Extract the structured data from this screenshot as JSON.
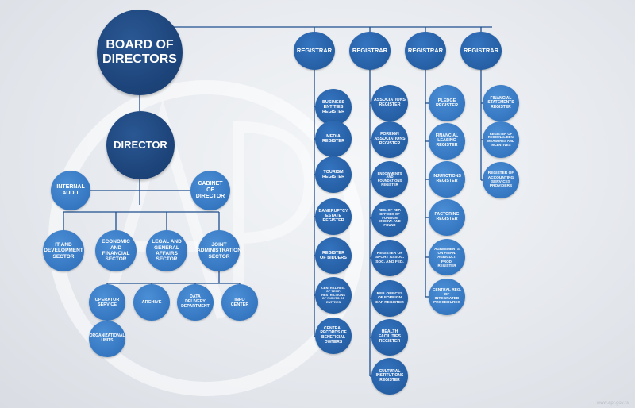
{
  "board": "BOARD OF DIRECTORS",
  "director": "DIRECTOR",
  "staff": {
    "internal_audit": "INTERNAL AUDIT",
    "cabinet": "CABINET OF DIRECTOR"
  },
  "sectors": {
    "it": "IT AND DEVELOPMENT SECTOR",
    "economic": "ECONOMIC AND FINANCIAL SECTOR",
    "legal": "LEGAL AND GENERAL AFFAIRS SECTOR",
    "joint": "JOINT ADMINISTRATION SECTOR"
  },
  "joint_units": {
    "operator": "OPERATOR SERVICE",
    "archive": "ARCHIVE",
    "data_delivery": "DATA DELIVERY DEPARTMENT",
    "info": "INFO CENTER",
    "organizational": "ORGANIZATIONAL UNITS"
  },
  "registrars": {
    "r1": {
      "label": "REGISTRAR",
      "items": [
        "BUSINESS ENTITIES REGISTER",
        "MEDIA REGISTER",
        "TOURISM REGISTER",
        "BANKRUPTCY ESTATE REGISTER",
        "REGISTER OF BIDDERS",
        "CENTRAL REG. OF TEMP. RESTRICTIONS OF RIGHTS OF ENTITIES",
        "CENTRAL RECORDS OF BENEFICIAL OWNERS"
      ]
    },
    "r2": {
      "label": "REGISTRAR",
      "items": [
        "ASSOCIATIONS REGISTER",
        "FOREIGN ASSOCIATIONS REGISTER",
        "ENDOWMENTS AND FOUNDATIONS REGISTER",
        "REG. OF REP. OFFICES OF FOREIGN ENDOW. AND FOUND",
        "REGISTER OF SPORT ASSOC. SOC. AND FED.",
        "REP. OFFICES OF FOREIGN EAF REGISTER",
        "HEALTH FACILITIES REGISTER",
        "CULTURAL INSTITUTIONS REGISTER"
      ]
    },
    "r3": {
      "label": "REGISTRAR",
      "items": [
        "PLEDGE REGISTER",
        "FINANCIAL LEASING REGISTER",
        "INJUNCTIONS REGISTER",
        "FACTORING REGISTER",
        "AGREEMENTS ON FINAN. AGRICULT. PROD. REGISTER",
        "CENTRAL REG. OF INTEGRATED PROCEDURES"
      ]
    },
    "r4": {
      "label": "REGISTRAR",
      "items": [
        "FINANCIAL STATEMENTS REGISTER",
        "REGISTER OF REGIONAL DEV. MEASURES AND INCENTIVES",
        "REGISTER OF ACCOUNTING SERVICES PROVIDERS"
      ]
    }
  },
  "footer": "www.apr.gov.rs",
  "colors": {
    "navy": "#1a4177",
    "blue": "#3a7bc8",
    "line": "#1f4f8f"
  }
}
